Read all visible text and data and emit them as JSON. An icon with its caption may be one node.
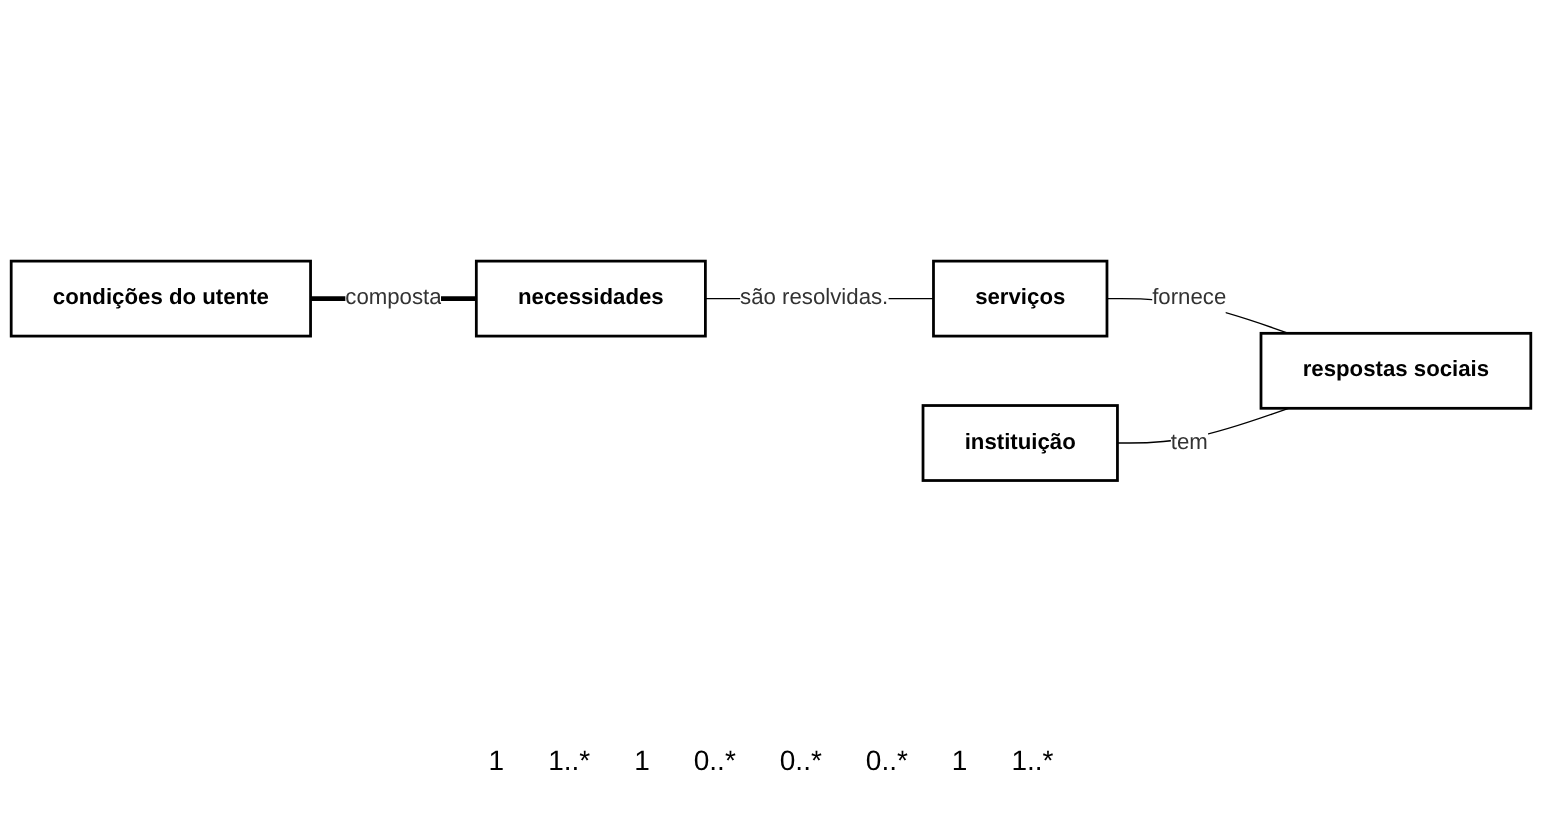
{
  "diagram": {
    "nodes": [
      {
        "text": [
          "condições do utente"
        ]
      },
      {
        "text": [
          "necessidades"
        ]
      },
      {
        "text": [
          "serviços"
        ]
      },
      {
        "text": [
          "respostas sociais"
        ]
      },
      {
        "text": [
          "instituição"
        ]
      }
    ],
    "edges": [
      {
        "from": 0,
        "to": 1,
        "arrow": "none",
        "label": "composta",
        "style": "thick"
      },
      {
        "from": 1,
        "to": 2,
        "arrow": "none",
        "label": "são resolvidas."
      },
      {
        "from": 2,
        "to": 3,
        "arrow": "none",
        "label": "fornece"
      },
      {
        "from": 4,
        "to": 3,
        "arrow": "none",
        "label": "tem"
      }
    ],
    "labels": [
      "1",
      "1..*",
      "1",
      "0..*",
      "0..*",
      "0..*",
      "1",
      "1..*"
    ]
  }
}
